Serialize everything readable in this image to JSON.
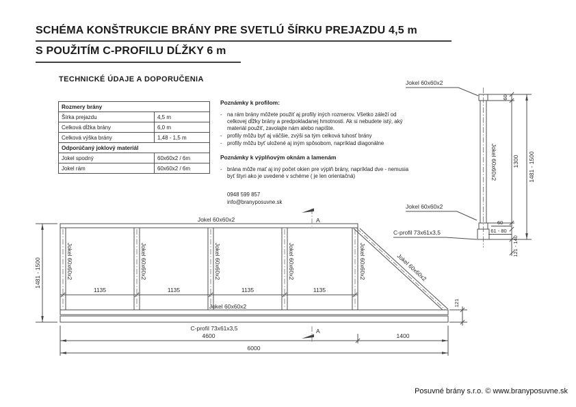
{
  "header": {
    "title": "SCHÉMA KONŠTRUKCIE BRÁNY PRE SVETLÚ ŠÍRKU PREJAZDU 4,5 m",
    "subtitle": "S POUŽITÍM C-PROFILU DĹŽKY 6 m",
    "section_title": "TECHNICKÉ ÚDAJE A DOPORUČENIA"
  },
  "table": {
    "header1": "Rozmery brány",
    "rows1": [
      {
        "label": "Šírka prejazdu",
        "value": "4,5 m"
      },
      {
        "label": "Celková dĺžka brány",
        "value": "6,0 m"
      },
      {
        "label": "Celková výška brány",
        "value": "1,48 - 1,5 m"
      }
    ],
    "header2": "Odporúčaný joklový materiál",
    "rows2": [
      {
        "label": "Jokel spodný",
        "value": "60x60x2 / 6m"
      },
      {
        "label": "Jokel rám",
        "value": "60x60x2 / 6m"
      }
    ]
  },
  "notes": {
    "profiles_title": "Poznámky k profilom:",
    "profiles_bullets": [
      "na rám brány môžete použiť aj profily iných rozmerov. Všetko záleží od celkovej dĺžky brány a predpokladanej hmotnosti. Ak si nebudete istý, aký materiál použiť, zavolajte nám alebo napíšte.",
      "profily môžu byť aj väčšie, zvýši sa tým celková tuhosť brány",
      "profily môžu byť uložené aj iným spôsobom, napríklad diagonálne"
    ],
    "infill_title": "Poznámky k výplňovým oknám a lamenám",
    "infill_bullets": [
      "brána môže mať aj iný počet okien pre výplň brány, napríklad dve - nemusia byť štyri ako je uvedené v schéme ( je len orientačná)"
    ],
    "phone": "0948 599 857",
    "email": "info@branyposuvne.sk"
  },
  "drawing": {
    "jokel_label": "Jokel 60x60x2",
    "cprofil_label": "C-profil 73x61x3,5",
    "section_letter": "A",
    "dim_height": "1481 - 1500",
    "dim_window": "1135",
    "dim_rect": "4600",
    "dim_tail": "1400",
    "dim_total": "6000",
    "dim_tail_h": "121",
    "dim_cap": "60",
    "dim_shaft": "1300",
    "dim_gap": "61 - 80",
    "dim_ground": "121 - 140"
  },
  "footer": {
    "credit": "Posuvné brány s.r.o. © www.branyposuvne.sk"
  },
  "colors": {
    "line": "#4d4d4d",
    "text": "#1b1b1b",
    "rule": "#3f3f3f"
  }
}
